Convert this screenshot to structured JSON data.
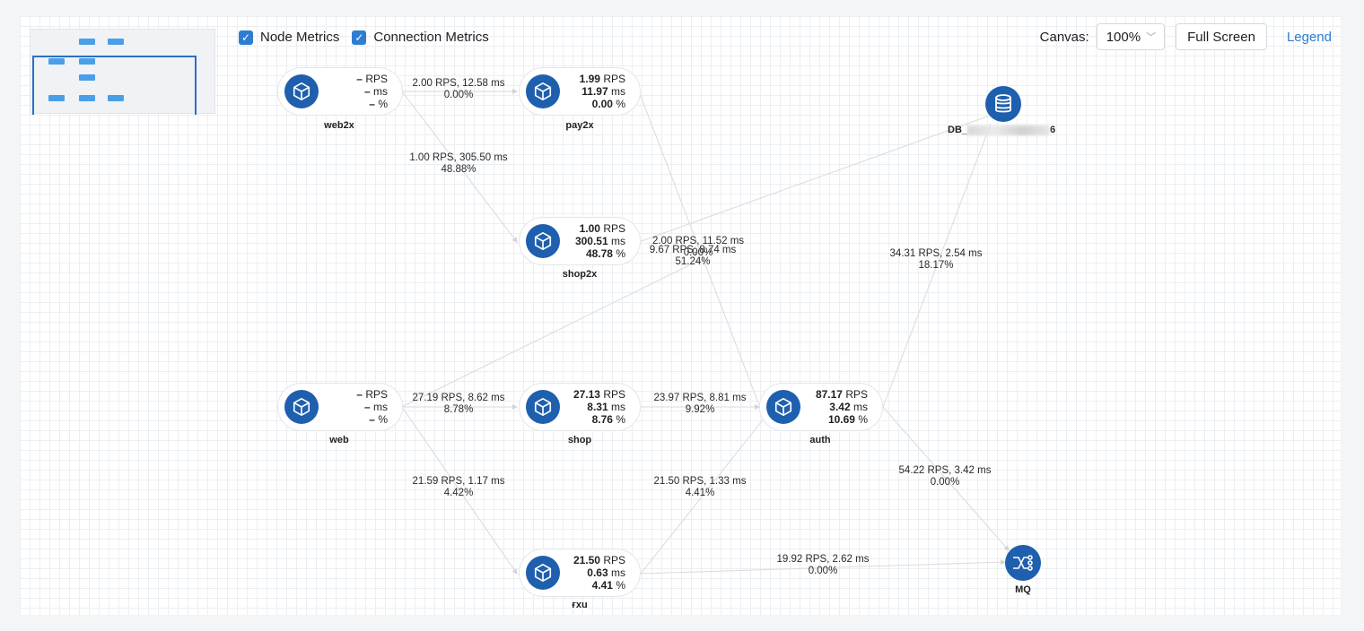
{
  "toolbar": {
    "node_metrics_label": "Node Metrics",
    "connection_metrics_label": "Connection Metrics",
    "node_metrics_checked": true,
    "connection_metrics_checked": true,
    "canvas_label": "Canvas:",
    "zoom_value": "100%",
    "fullscreen_label": "Full Screen",
    "legend_label": "Legend"
  },
  "colors": {
    "accent": "#2d7dd2",
    "node": "#1e5fae",
    "edge": "#d4d7db"
  },
  "nodes": {
    "web2x": {
      "name": "web2x",
      "rps": "–",
      "ms": "–",
      "pct": "–",
      "icon": "service-cube-icon"
    },
    "pay2x": {
      "name": "pay2x",
      "rps": "1.99",
      "ms": "11.97",
      "pct": "0.00",
      "icon": "service-cube-icon"
    },
    "shop2x": {
      "name": "shop2x",
      "rps": "1.00",
      "ms": "300.51",
      "pct": "48.78",
      "icon": "service-cube-icon"
    },
    "web": {
      "name": "web",
      "rps": "–",
      "ms": "–",
      "pct": "–",
      "icon": "service-cube-icon"
    },
    "shop": {
      "name": "shop",
      "rps": "27.13",
      "ms": "8.31",
      "pct": "8.76",
      "icon": "service-cube-icon"
    },
    "auth": {
      "name": "auth",
      "rps": "87.17",
      "ms": "3.42",
      "pct": "10.69",
      "icon": "service-cube-icon"
    },
    "pay": {
      "name": "ғxu",
      "rps": "21.50",
      "ms": "0.63",
      "pct": "4.41",
      "icon": "service-cube-icon"
    },
    "db": {
      "name_prefix": "DB_",
      "name_suffix": "6",
      "icon": "database-icon"
    },
    "mq": {
      "name": "MQ",
      "icon": "message-queue-icon"
    }
  },
  "units": {
    "rps": "RPS",
    "ms": "ms",
    "pct": "%"
  },
  "edges": [
    {
      "id": "web2x-pay2x",
      "line1": "2.00 RPS, 12.58 ms",
      "line2": "0.00%"
    },
    {
      "id": "web2x-shop2x",
      "line1": "1.00 RPS, 305.50 ms",
      "line2": "48.88%"
    },
    {
      "id": "shop2x-db",
      "line1": "2.00 RPS, 11.52 ms",
      "line2": "0.00%"
    },
    {
      "id": "web-shop2x",
      "line1": "9.67 RPS, 8.74 ms",
      "line2": "51.24%"
    },
    {
      "id": "auth-db",
      "line1": "34.31 RPS, 2.54 ms",
      "line2": "18.17%"
    },
    {
      "id": "web-shop",
      "line1": "27.19 RPS, 8.62 ms",
      "line2": "8.78%"
    },
    {
      "id": "shop-auth",
      "line1": "23.97 RPS, 8.81 ms",
      "line2": "9.92%"
    },
    {
      "id": "web-pay",
      "line1": "21.59 RPS, 1.17 ms",
      "line2": "4.42%"
    },
    {
      "id": "pay-auth",
      "line1": "21.50 RPS, 1.33 ms",
      "line2": "4.41%"
    },
    {
      "id": "auth-mq",
      "line1": "54.22 RPS, 3.42 ms",
      "line2": "0.00%"
    },
    {
      "id": "pay-mq",
      "line1": "19.92 RPS, 2.62 ms",
      "line2": "0.00%"
    }
  ]
}
